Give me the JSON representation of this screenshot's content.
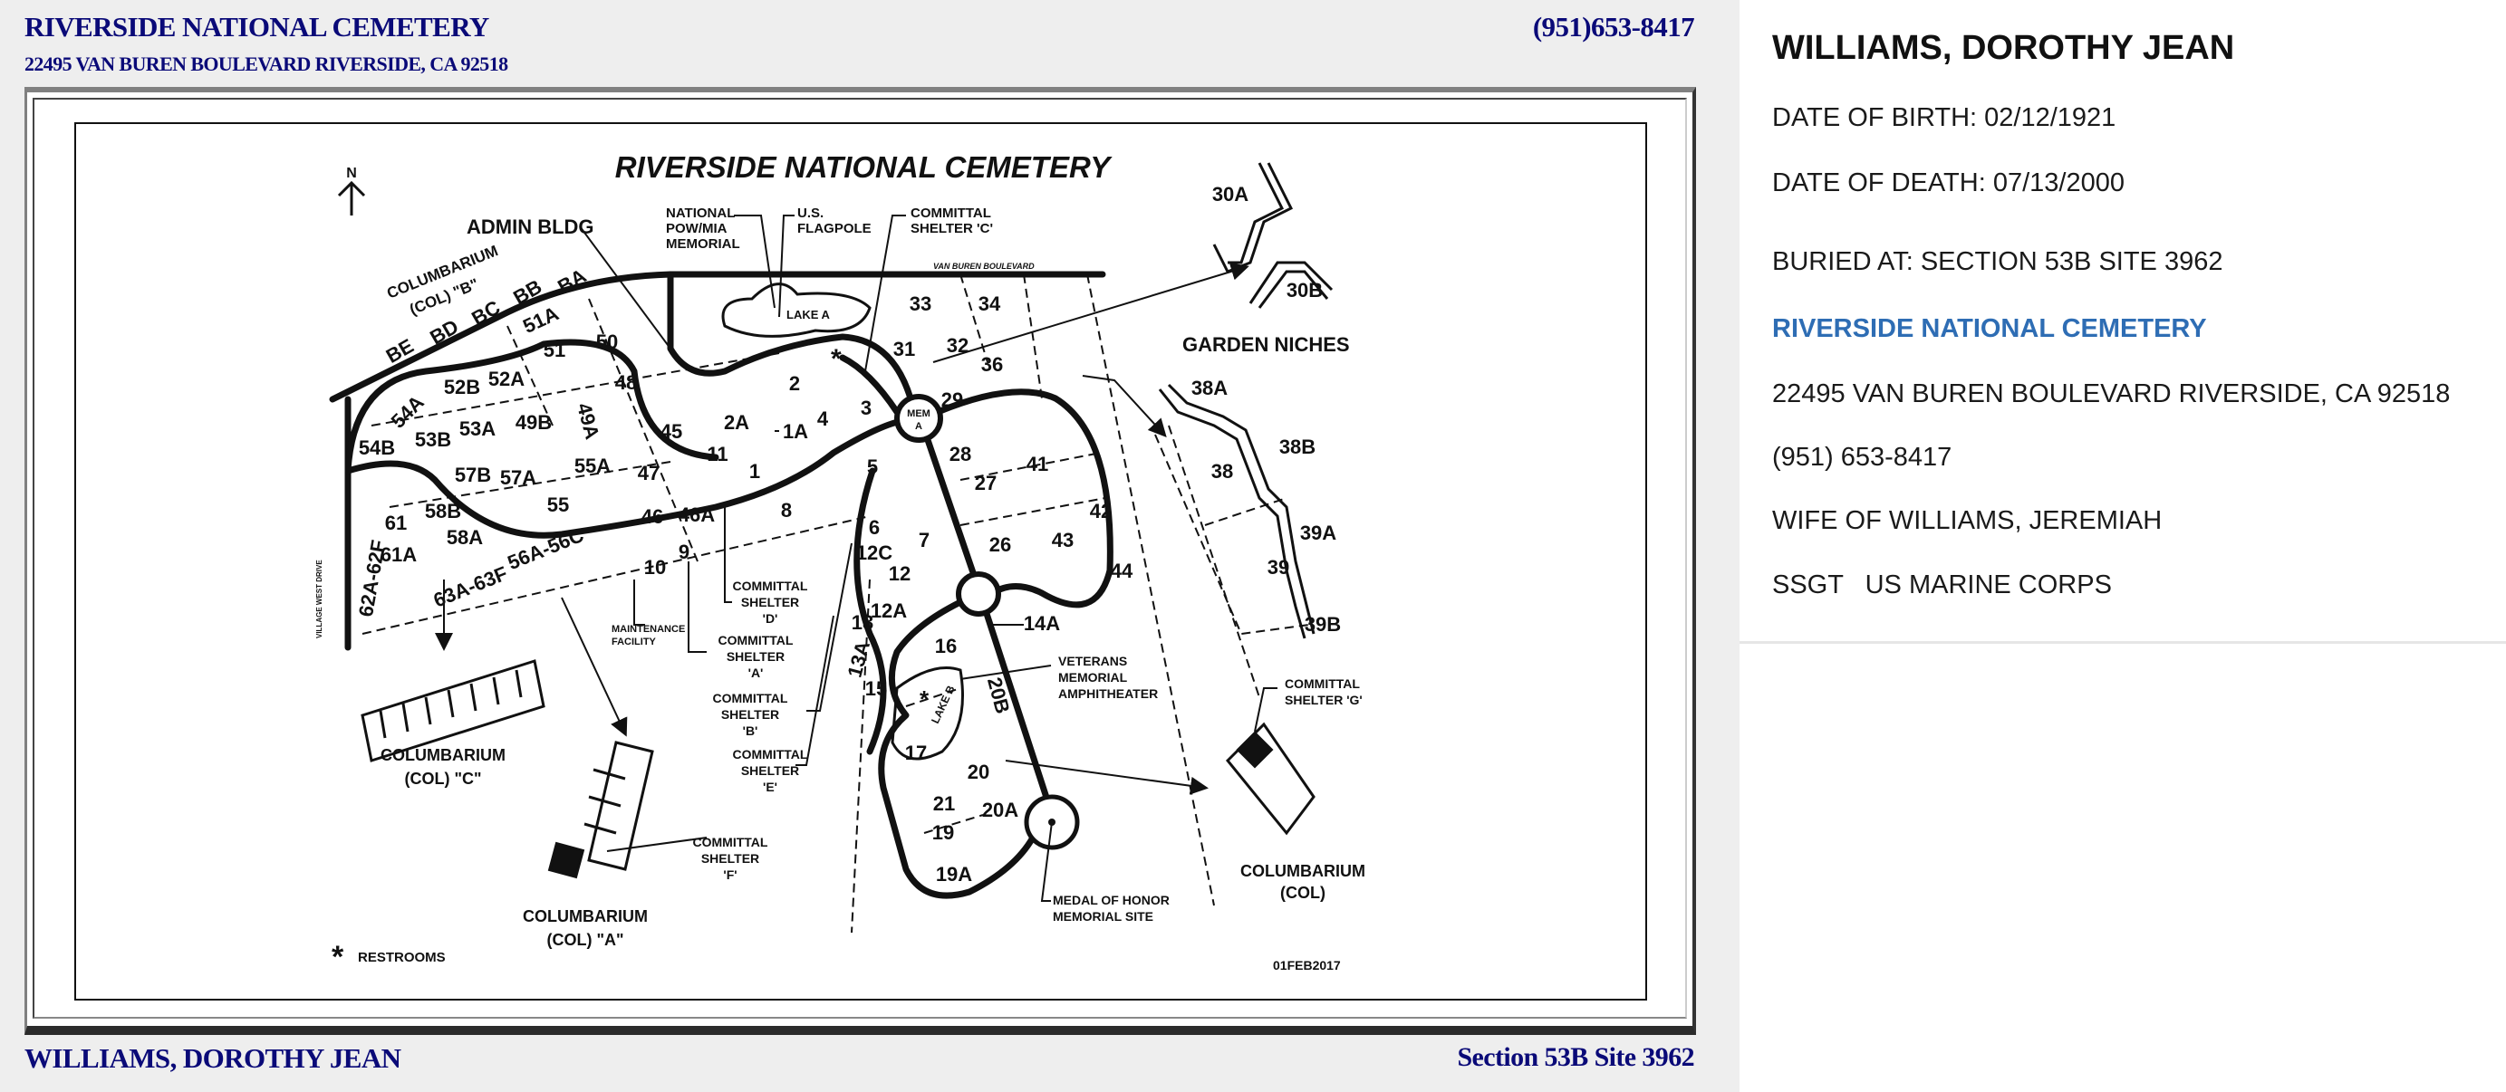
{
  "header": {
    "cemetery_name": "RIVERSIDE NATIONAL CEMETERY",
    "phone": "(951)653-8417",
    "address": "22495 VAN BUREN BOULEVARD RIVERSIDE, CA 92518"
  },
  "footer": {
    "name": "WILLIAMS, DOROTHY JEAN",
    "location": "Section 53B  Site 3962"
  },
  "map": {
    "title": "RIVERSIDE NATIONAL CEMETERY",
    "north": "N",
    "labels": {
      "admin_bldg": "ADMIN BLDG",
      "powmia_1": "NATIONAL",
      "powmia_2": "POW/MIA",
      "powmia_3": "MEMORIAL",
      "flagpole_1": "U.S.",
      "flagpole_2": "FLAGPOLE",
      "shelter_c_1": "COMMITTAL",
      "shelter_c_2": "SHELTER 'C'",
      "van_buren": "VAN BUREN BOULEVARD",
      "col_b_1": "COLUMBARIUM",
      "col_b_2": "(COL) \"B\"",
      "lake_a": "LAKE A",
      "lake_b": "LAKE B",
      "mem_a_1": "MEM",
      "mem_a_2": "A",
      "garden_niches": "GARDEN NICHES",
      "col_c_1": "COLUMBARIUM",
      "col_c_2": "(COL) \"C\"",
      "col_a_1": "COLUMBARIUM",
      "col_a_2": "(COL) \"A\"",
      "col_1": "COLUMBARIUM",
      "col_2": "(COL)",
      "maint_1": "MAINTENANCE",
      "maint_2": "FACILITY",
      "shelter_d": [
        "COMMITTAL",
        "SHELTER",
        "'D'"
      ],
      "shelter_a": [
        "COMMITTAL",
        "SHELTER",
        "'A'"
      ],
      "shelter_b": [
        "COMMITTAL",
        "SHELTER",
        "'B'"
      ],
      "shelter_e": [
        "COMMITTAL",
        "SHELTER",
        "'E'"
      ],
      "shelter_f": [
        "COMMITTAL",
        "SHELTER",
        "'F'"
      ],
      "shelter_g": [
        "COMMITTAL",
        "SHELTER 'G'"
      ],
      "amphitheater": [
        "VETERANS",
        "MEMORIAL",
        "AMPHITHEATER"
      ],
      "medal": [
        "MEDAL OF HONOR",
        "MEMORIAL SITE"
      ],
      "village_west": "VILLAGE WEST DRIVE",
      "restrooms": "RESTROOMS",
      "restroom_symbol": "*",
      "date": "01FEB2017"
    },
    "sections": [
      "33",
      "34",
      "31",
      "32",
      "36",
      "29",
      "2",
      "3",
      "4",
      "1A",
      "2A",
      "11",
      "1",
      "28",
      "27",
      "41",
      "42",
      "26",
      "43",
      "44",
      "5",
      "6",
      "7",
      "12C",
      "12",
      "12A",
      "8",
      "14A",
      "16",
      "15",
      "17",
      "20",
      "21",
      "20A",
      "19",
      "19A",
      "13",
      "50",
      "48",
      "51",
      "52A",
      "52B",
      "49B",
      "53A",
      "53B",
      "54B",
      "45",
      "47",
      "46",
      "46A",
      "55",
      "55A",
      "57A",
      "57B",
      "58B",
      "58A",
      "61",
      "61A",
      "10",
      "9",
      "56A-56C",
      "63A-63F",
      "BE",
      "BD",
      "BC",
      "BB",
      "BA",
      "49A",
      "30A",
      "30B",
      "38A",
      "38B",
      "38",
      "39A",
      "39",
      "39B",
      "62A-62F",
      "13A",
      "20B",
      "51A",
      "54A"
    ]
  },
  "details": {
    "name": "WILLIAMS, DOROTHY JEAN",
    "dob": "DATE OF BIRTH: 02/12/1921",
    "dod": "DATE OF DEATH: 07/13/2000",
    "buried": "BURIED AT: SECTION 53B  SITE 3962",
    "cemetery": "RIVERSIDE NATIONAL CEMETERY",
    "address": "22495 VAN BUREN BOULEVARD RIVERSIDE, CA 92518",
    "phone": "(951) 653-8417",
    "relation": "WIFE OF WILLIAMS, JEREMIAH",
    "service": "SSGT   US MARINE CORPS"
  },
  "colors": {
    "navy": "#0a0a78",
    "link_blue": "#2e6db4"
  }
}
